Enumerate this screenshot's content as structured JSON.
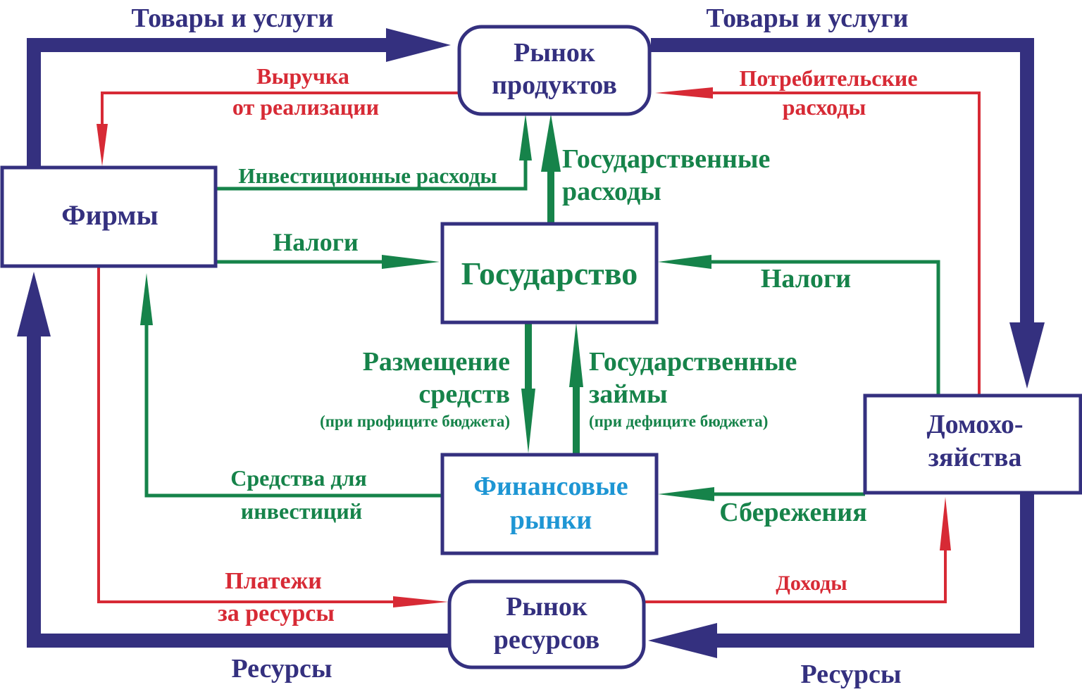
{
  "colors": {
    "navy": "#34307f",
    "red": "#d72a35",
    "green": "#16834a",
    "finance_blue": "#1e96d4",
    "box_border": "#34307f",
    "box_fill": "#ffffff"
  },
  "nodes": {
    "product_market": [
      "Рынок",
      "продуктов"
    ],
    "firms": [
      "Фирмы"
    ],
    "government": [
      "Государство"
    ],
    "households": [
      "Домохо-",
      "зяйства"
    ],
    "financial_markets": [
      "Финансовые",
      "рынки"
    ],
    "resource_market": [
      "Рынок",
      "ресурсов"
    ]
  },
  "flows": {
    "goods_left": "Товары и услуги",
    "goods_right": "Товары и услуги",
    "revenue": [
      "Выручка",
      "от реализации"
    ],
    "consumer_spending": [
      "Потребительские",
      "расходы"
    ],
    "investment_spending": "Инвестиционные расходы",
    "gov_spending": [
      "Государственные",
      "расходы"
    ],
    "taxes_firms": "Налоги",
    "taxes_households": "Налоги",
    "placement": [
      "Размещение",
      "средств"
    ],
    "placement_note": "(при профиците бюджета)",
    "gov_loans": [
      "Государственные",
      "займы"
    ],
    "gov_loans_note": "(при дефиците бюджета)",
    "investment_funds": [
      "Средства для",
      "инвестиций"
    ],
    "savings": "Сбережения",
    "payments": [
      "Платежи",
      "за ресурсы"
    ],
    "income": "Доходы",
    "resources_left": "Ресурсы",
    "resources_right": "Ресурсы"
  }
}
